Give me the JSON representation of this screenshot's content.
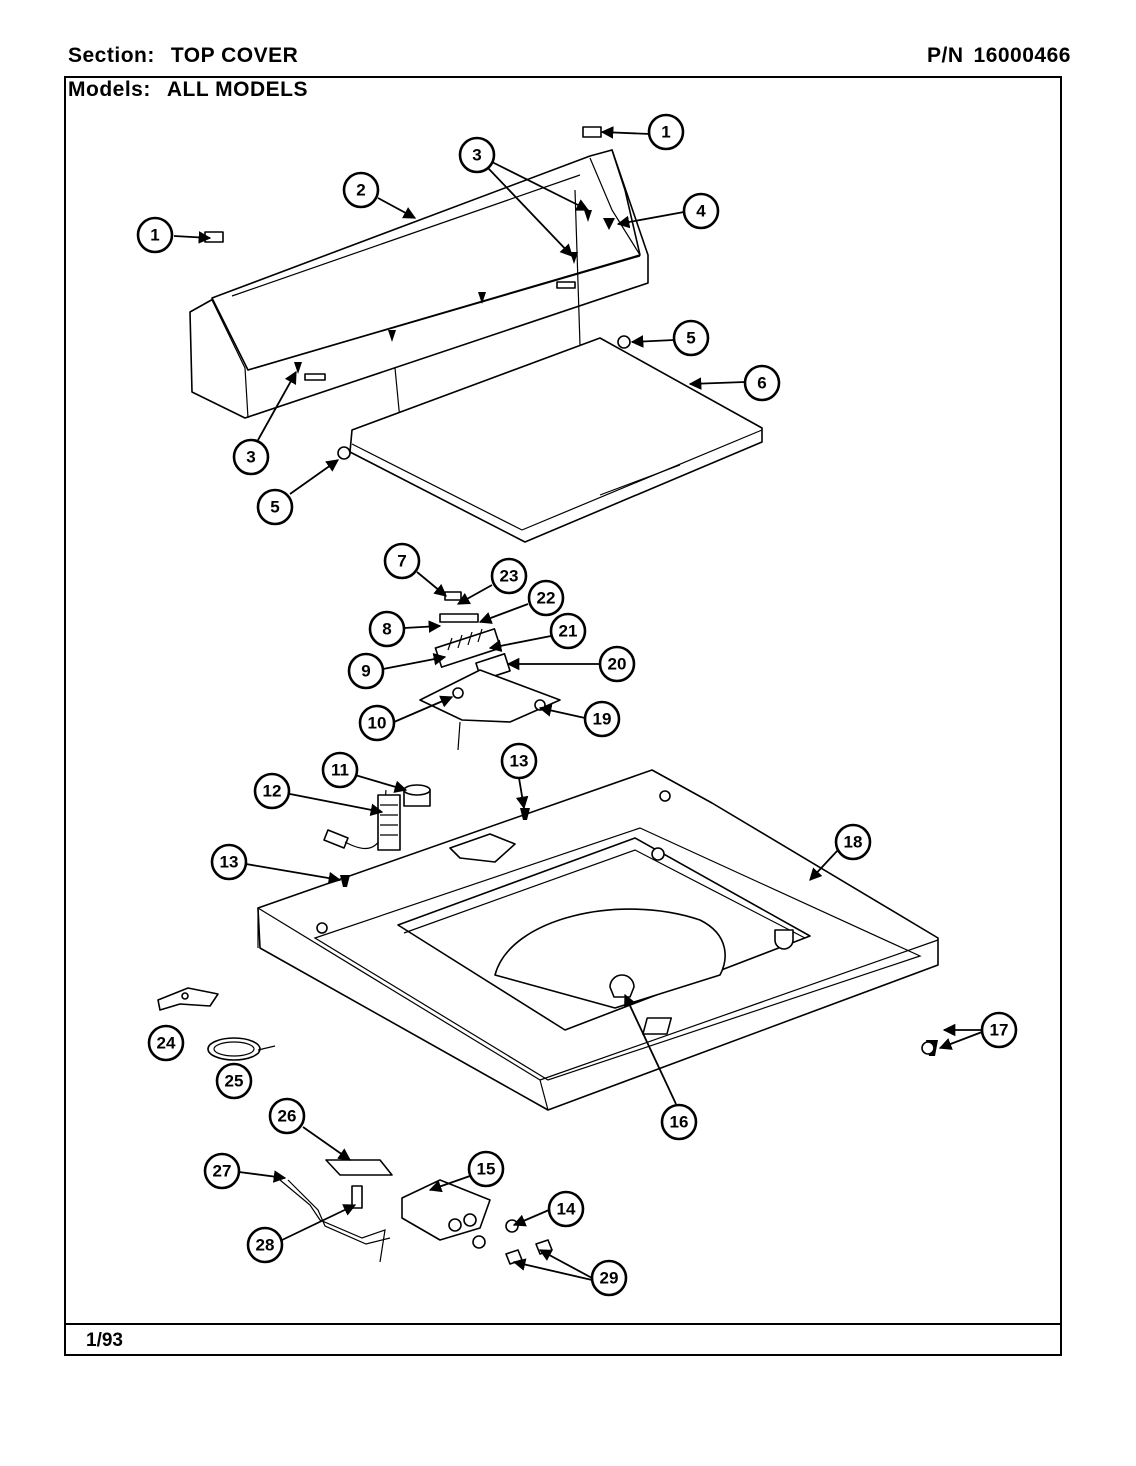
{
  "header": {
    "section_label": "Section:",
    "section_value": "TOP COVER",
    "models_label": "Models:",
    "models_value": "ALL MODELS",
    "pn_label": "P/N",
    "pn_value": "16000466"
  },
  "footer": {
    "date": "1/93"
  },
  "callouts": [
    {
      "id": "c1a",
      "n": "1"
    },
    {
      "id": "c1b",
      "n": "1"
    },
    {
      "id": "c2",
      "n": "2"
    },
    {
      "id": "c3a",
      "n": "3"
    },
    {
      "id": "c3b",
      "n": "3"
    },
    {
      "id": "c4",
      "n": "4"
    },
    {
      "id": "c5a",
      "n": "5"
    },
    {
      "id": "c5b",
      "n": "5"
    },
    {
      "id": "c6",
      "n": "6"
    },
    {
      "id": "c7",
      "n": "7"
    },
    {
      "id": "c23",
      "n": "23"
    },
    {
      "id": "c22",
      "n": "22"
    },
    {
      "id": "c8",
      "n": "8"
    },
    {
      "id": "c21",
      "n": "21"
    },
    {
      "id": "c9",
      "n": "9"
    },
    {
      "id": "c20",
      "n": "20"
    },
    {
      "id": "c10",
      "n": "10"
    },
    {
      "id": "c19",
      "n": "19"
    },
    {
      "id": "c11",
      "n": "11"
    },
    {
      "id": "c13a",
      "n": "13"
    },
    {
      "id": "c12",
      "n": "12"
    },
    {
      "id": "c18",
      "n": "18"
    },
    {
      "id": "c13b",
      "n": "13"
    },
    {
      "id": "c17",
      "n": "17"
    },
    {
      "id": "c24",
      "n": "24"
    },
    {
      "id": "c25",
      "n": "25"
    },
    {
      "id": "c16",
      "n": "16"
    },
    {
      "id": "c26",
      "n": "26"
    },
    {
      "id": "c15",
      "n": "15"
    },
    {
      "id": "c27",
      "n": "27"
    },
    {
      "id": "c14",
      "n": "14"
    },
    {
      "id": "c28",
      "n": "28"
    },
    {
      "id": "c29",
      "n": "29"
    }
  ]
}
